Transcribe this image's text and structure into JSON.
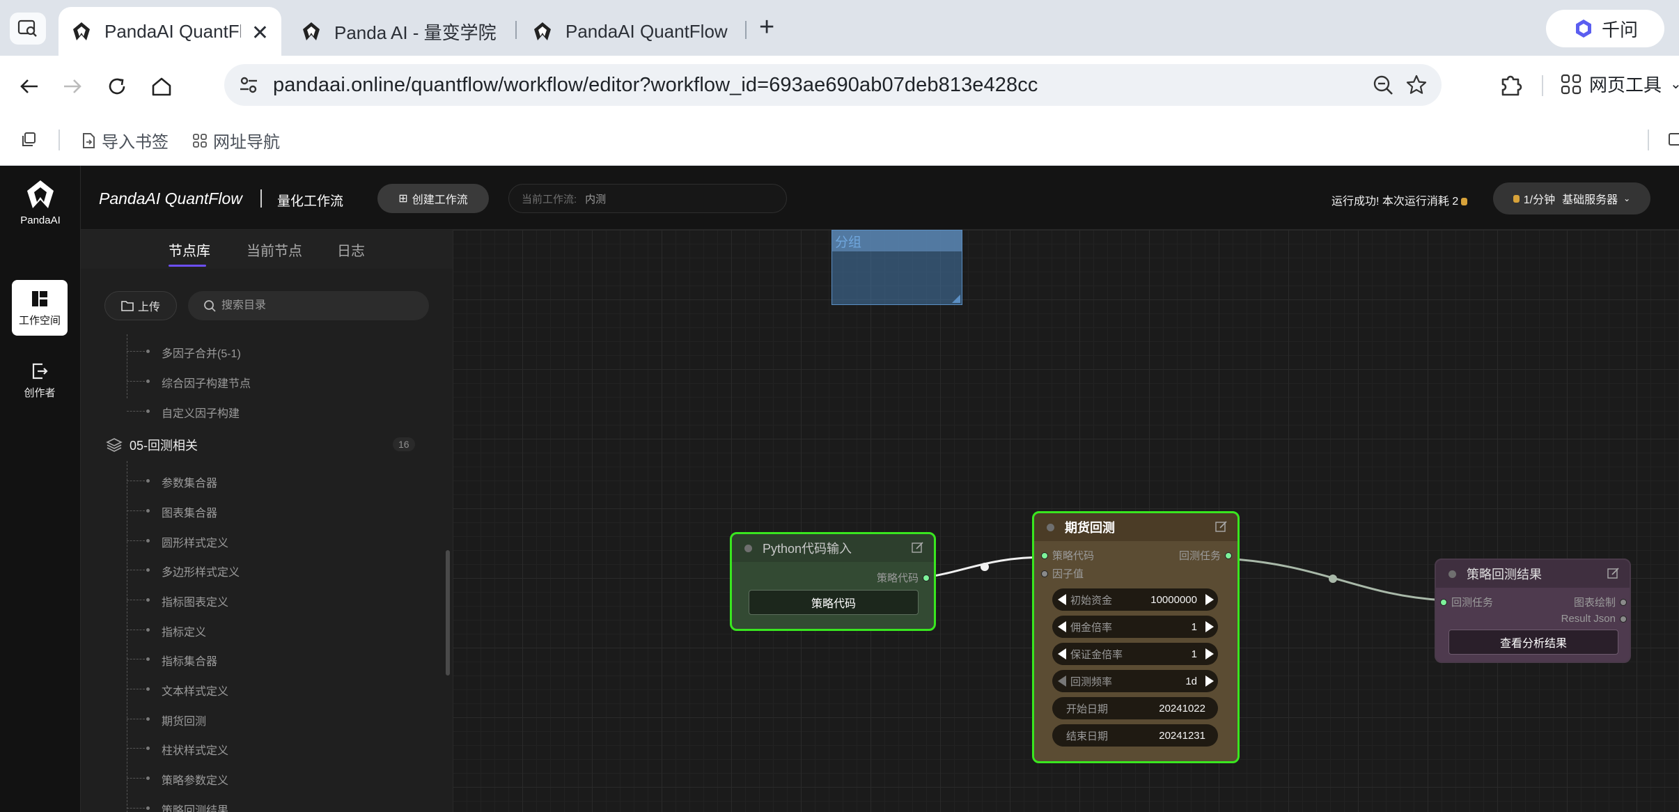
{
  "browser": {
    "tabs": [
      {
        "title": "PandaAI QuantFl",
        "active": true
      },
      {
        "title": "Panda AI - 量变学院",
        "active": false
      },
      {
        "title": "PandaAI QuantFlow",
        "active": false
      }
    ],
    "ai_button_label": "千问",
    "url": "pandaai.online/quantflow/workflow/editor?workflow_id=693ae690ab07deb813e428cc",
    "tools_label": "网页工具",
    "bookmarks": [
      "导入书签",
      "网址导航"
    ]
  },
  "app": {
    "logo_label": "PandaAI",
    "rail": [
      {
        "label": "工作空间",
        "active": true
      },
      {
        "label": "创作者",
        "active": false
      }
    ],
    "title": "PandaAI QuantFlow",
    "subtitle": "量化工作流",
    "create_button": "创建工作流",
    "current_workflow_label": "当前工作流:",
    "current_workflow_value": "内测",
    "run_status": "运行成功!  本次运行消耗 2",
    "server_rate": "1/分钟",
    "server_name": "基础服务器"
  },
  "panel": {
    "tabs": [
      "节点库",
      "当前节点",
      "日志"
    ],
    "upload_label": "上传",
    "search_placeholder": "搜索目录",
    "prev_items": [
      "多因子合并(5-1)",
      "综合因子构建节点",
      "自定义因子构建"
    ],
    "group": {
      "name": "05-回测相关",
      "count": "16"
    },
    "group_items": [
      "参数集合器",
      "图表集合器",
      "圆形样式定义",
      "多边形样式定义",
      "指标图表定义",
      "指标定义",
      "指标集合器",
      "文本样式定义",
      "期货回测",
      "柱状样式定义",
      "策略参数定义",
      "策略回测结果"
    ]
  },
  "canvas": {
    "group_label": "分组",
    "nodes": {
      "python": {
        "title": "Python代码输入",
        "output_port": "策略代码",
        "button": "策略代码"
      },
      "futures": {
        "title": "期货回测",
        "input_ports": [
          "策略代码",
          "因子值"
        ],
        "output_port": "回测任务",
        "params": [
          {
            "label": "初始资金",
            "value": "10000000"
          },
          {
            "label": "佣金倍率",
            "value": "1"
          },
          {
            "label": "保证金倍率",
            "value": "1"
          },
          {
            "label": "回测频率",
            "value": "1d"
          },
          {
            "label": "开始日期",
            "value": "20241022"
          },
          {
            "label": "结束日期",
            "value": "20241231"
          }
        ]
      },
      "result": {
        "title": "策略回测结果",
        "input_port": "回测任务",
        "output_ports": [
          "图表绘制",
          "Result Json"
        ],
        "button": "查看分析结果"
      }
    }
  }
}
